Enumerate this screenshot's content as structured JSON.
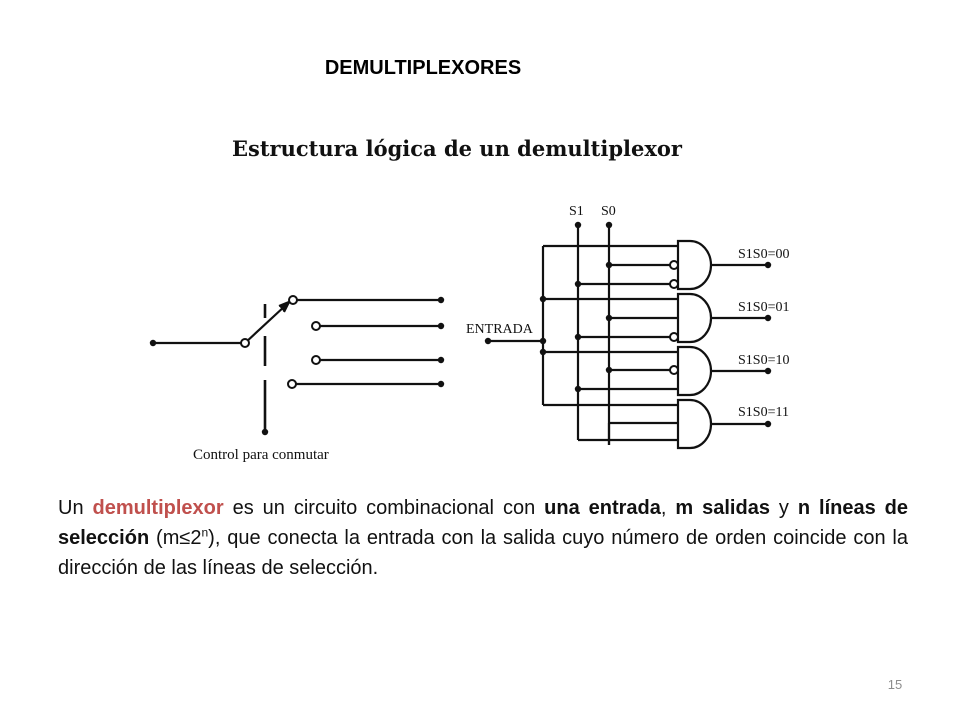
{
  "slide": {
    "title": "DEMULTIPLEXORES",
    "page_number": "15"
  },
  "diagram": {
    "title": "Estructura lógica de un demultiplexor",
    "switch_label": "Control para conmutar",
    "input_label": "ENTRADA",
    "select_labels": [
      "S1",
      "S0"
    ],
    "output_labels": [
      "S1S0=00",
      "S1S0=01",
      "S1S0=10",
      "S1S0=11"
    ]
  },
  "description": {
    "p1": "Un ",
    "term": "demultiplexor",
    "p2": " es un circuito combinacional con ",
    "b1": "una entrada",
    "p3": ", ",
    "b2": "m salidas",
    "p4": " y ",
    "b3": "n líneas de selección",
    "p5": " (m≤2",
    "sup": "n",
    "p6": "), que conecta la entrada con la salida cuyo número de orden coincide con la dirección de las líneas de selección."
  }
}
